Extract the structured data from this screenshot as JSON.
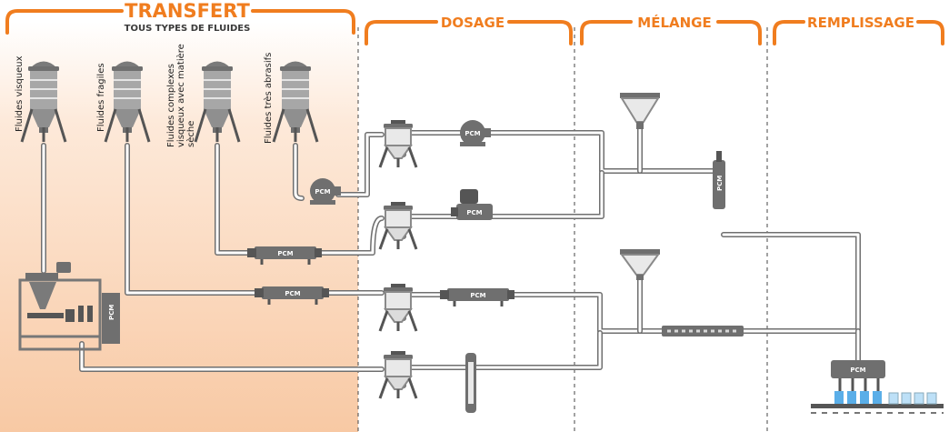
{
  "sections": {
    "transfert": "TRANSFERT",
    "transfert_sub": "TOUS TYPES DE FLUIDES",
    "dosage": "DOSAGE",
    "melange": "MÉLANGE",
    "remplissage": "REMPLISSAGE"
  },
  "silos": {
    "s1": [
      "Fluides visqueux"
    ],
    "s2": [
      "Fluides fragiles"
    ],
    "s3": [
      "Fluides complexes",
      "visqueux avec matière",
      "sèche"
    ],
    "s4": [
      "Fluides très abrasifs"
    ]
  },
  "brand": "PCM",
  "colors": {
    "accent": "#f07d1f",
    "zone_top": "#ffffff",
    "zone_bottom": "#f8c9a4",
    "equipment": "#6f6f6f",
    "filled_water": "#5aaee8"
  }
}
